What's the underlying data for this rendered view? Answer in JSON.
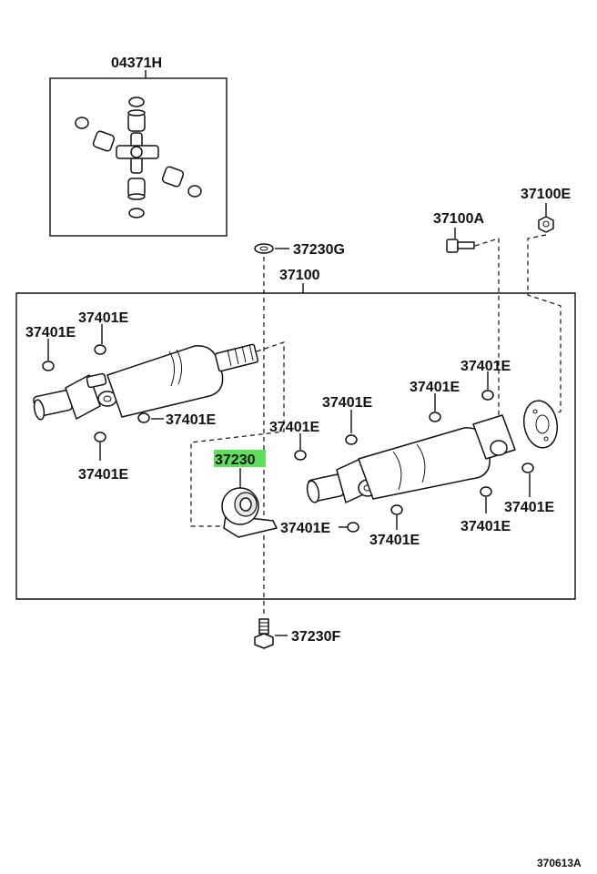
{
  "labels": {
    "kit": "04371H",
    "bolt_37230g": "37230G",
    "assembly": "37100",
    "bolt_37100a": "37100A",
    "nut_37100e": "37100E",
    "e_left_top": "37401E",
    "e_left_side": "37401E",
    "e_left_mid": "37401E",
    "e_left_bottom": "37401E",
    "bearing": "37230",
    "e_center_top": "37401E",
    "e_center_left": "37401E",
    "e_center_bottom_left": "37401E",
    "e_center_bottom": "37401E",
    "e_right_top_a": "37401E",
    "e_right_top_b": "37401E",
    "e_right_bottom": "37401E",
    "e_right_side": "37401E",
    "bolt_37230f": "37230F",
    "diagram_id": "370613A"
  },
  "colors": {
    "highlight": "#5ce05c",
    "line": "#111111"
  },
  "highlighted_part": "37230"
}
